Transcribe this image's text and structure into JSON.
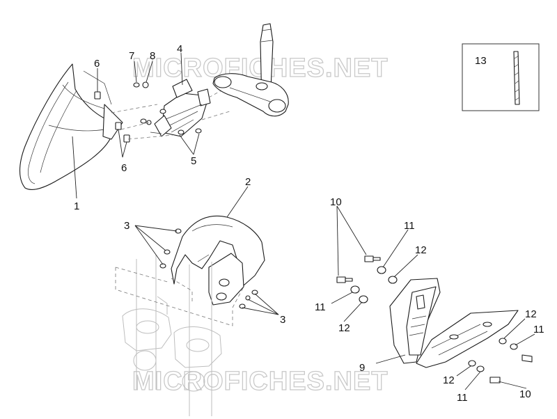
{
  "watermark": "MICROFICHES.NET",
  "callouts": {
    "c1": "1",
    "c2": "2",
    "c3a": "3",
    "c3b": "3",
    "c4": "4",
    "c5": "5",
    "c6a": "6",
    "c6b": "6",
    "c7": "7",
    "c8": "8",
    "c9": "9",
    "c10a": "10",
    "c10b": "10",
    "c11a": "11",
    "c11b": "11",
    "c11c": "11",
    "c11d": "11",
    "c12a": "12",
    "c12b": "12",
    "c12c": "12",
    "c12d": "12",
    "c13": "13"
  },
  "colors": {
    "line": "#1a1a1a",
    "watermark": "#c9c9c9",
    "background": "#ffffff"
  }
}
